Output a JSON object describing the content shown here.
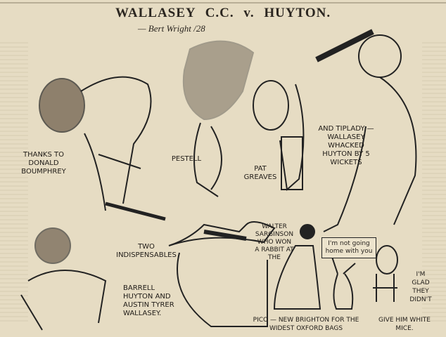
{
  "title": "WALLASEY C.C. v. HUYTON.",
  "signature": "— Bert Wright /28",
  "captions": {
    "thanks": "Thanks to Donald Boumphrey",
    "pestell": "Pestell",
    "pat": "Pat Greaves",
    "tiplady": "And Tiplady — Wallasey whacked Huyton by 5 wickets",
    "two": "Two indispensables",
    "barrell": "Barrell Huyton and Austin Tyrer Wallasey.",
    "walter": "Walter Sarginson who won a rabbit at the",
    "pico": "Pico — New Brighton for the widest Oxford bags",
    "bubble": "I'm not going home with you",
    "glad": "I'm glad they didn't",
    "give": "Give him white mice."
  }
}
